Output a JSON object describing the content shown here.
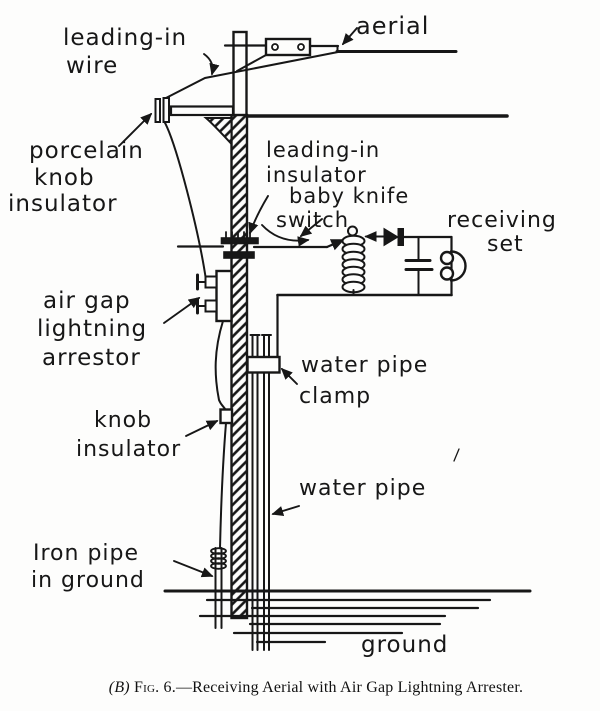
{
  "labels": {
    "leading_in_wire": {
      "line1": "leading-in",
      "line2": "wire"
    },
    "aerial": "aerial",
    "porcelain_knob_insulator": {
      "line1": "porcelain",
      "line2": "knob",
      "line3": "insulator"
    },
    "leading_in_insulator": {
      "line1": "leading-in",
      "line2": "insulator"
    },
    "baby_knife_switch": {
      "line1": "baby knife",
      "line2": "switch"
    },
    "receiving_set": {
      "line1": "receiving",
      "line2": "set"
    },
    "air_gap_lightning_arrestor": {
      "line1": "air gap",
      "line2": "lightning",
      "line3": "arrestor"
    },
    "water_pipe_clamp": {
      "line1": "water pipe",
      "line2": "clamp"
    },
    "knob_insulator": {
      "line1": "knob",
      "line2": "insulator"
    },
    "water_pipe": "water pipe",
    "iron_pipe_in_ground": {
      "line1": "Iron pipe",
      "line2": "in ground"
    },
    "ground": "ground"
  },
  "caption": {
    "part_b": "(B)",
    "fig_label": "Fig. 6.",
    "title": "—Receiving Aerial with Air Gap Lightning Arrester."
  },
  "colors": {
    "ink": "#171717",
    "paper": "#fdfdfc"
  }
}
